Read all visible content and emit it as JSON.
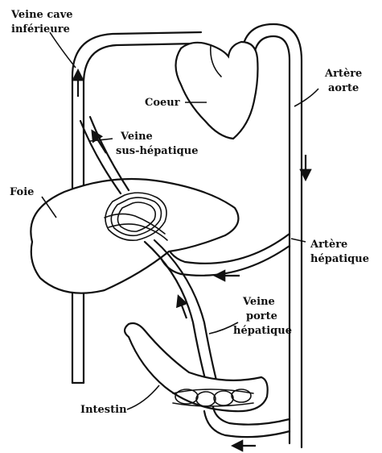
{
  "labels": {
    "veine_cave_line1": "Veine cave",
    "veine_cave_line2": "inférieure",
    "coeur": "Coeur",
    "artere_aorte_line1": "Artère",
    "artere_aorte_line2": "aorte",
    "veine_sus_line1": "Veine",
    "veine_sus_line2": "sus-hépatique",
    "foie": "Foie",
    "artere_hep_line1": "Artère",
    "artere_hep_line2": "hépatique",
    "veine_porte_line1": "Veine",
    "veine_porte_line2": "porte",
    "veine_porte_line3": "hépatique",
    "intestin": "Intestin"
  }
}
